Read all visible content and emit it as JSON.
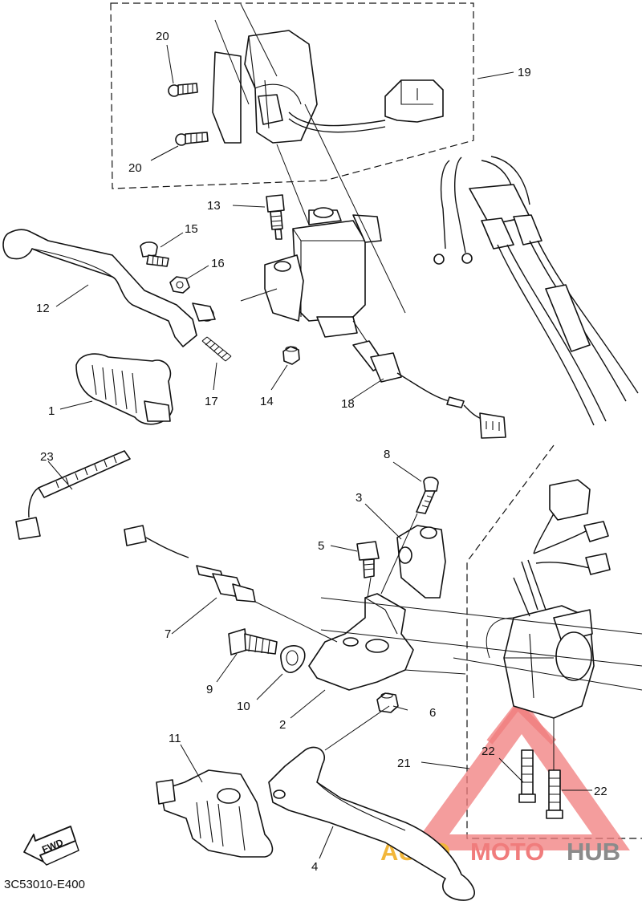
{
  "diagram_code": "3C53010-E400",
  "fwd_label": "FWD",
  "watermark": {
    "part1": "AUTO",
    "part2": "MOTO",
    "part3": "HUB",
    "colors": {
      "auto": "#f2b63a",
      "moto": "#f07c7c",
      "hub": "#8b8b8b",
      "triangle": "#f07c7c"
    }
  },
  "callouts": [
    {
      "id": "c20a",
      "label": "20"
    },
    {
      "id": "c20b",
      "label": "20"
    },
    {
      "id": "c19",
      "label": "19"
    },
    {
      "id": "c13",
      "label": "13"
    },
    {
      "id": "c15",
      "label": "15"
    },
    {
      "id": "c16",
      "label": "16"
    },
    {
      "id": "c12",
      "label": "12"
    },
    {
      "id": "c1",
      "label": "1"
    },
    {
      "id": "c17",
      "label": "17"
    },
    {
      "id": "c14",
      "label": "14"
    },
    {
      "id": "c18",
      "label": "18"
    },
    {
      "id": "c23",
      "label": "23"
    },
    {
      "id": "c8",
      "label": "8"
    },
    {
      "id": "c3",
      "label": "3"
    },
    {
      "id": "c5",
      "label": "5"
    },
    {
      "id": "c7",
      "label": "7"
    },
    {
      "id": "c9",
      "label": "9"
    },
    {
      "id": "c10",
      "label": "10"
    },
    {
      "id": "c2",
      "label": "2"
    },
    {
      "id": "c6",
      "label": "6"
    },
    {
      "id": "c11",
      "label": "11"
    },
    {
      "id": "c21",
      "label": "21"
    },
    {
      "id": "c22a",
      "label": "22"
    },
    {
      "id": "c22b",
      "label": "22"
    },
    {
      "id": "c4",
      "label": "4"
    }
  ]
}
